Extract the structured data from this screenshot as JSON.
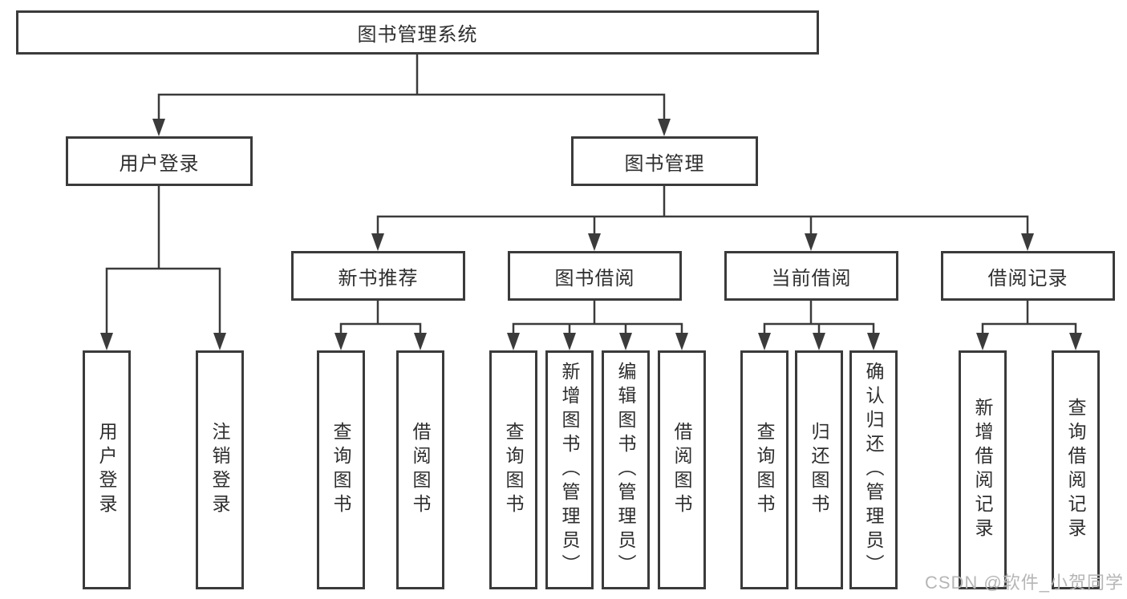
{
  "tree": {
    "root": {
      "label": "图书管理系统"
    },
    "login": {
      "label": "用户登录",
      "children": [
        {
          "label": "用户登录"
        },
        {
          "label": "注销登录"
        }
      ]
    },
    "management": {
      "label": "图书管理",
      "sections": [
        {
          "label": "新书推荐",
          "children": [
            {
              "label": "查询图书"
            },
            {
              "label": "借阅图书"
            }
          ]
        },
        {
          "label": "图书借阅",
          "children": [
            {
              "label": "查询图书"
            },
            {
              "label": "新增图书（管理员）"
            },
            {
              "label": "编辑图书（管理员）"
            },
            {
              "label": "借阅图书"
            }
          ]
        },
        {
          "label": "当前借阅",
          "children": [
            {
              "label": "查询图书"
            },
            {
              "label": "归还图书"
            },
            {
              "label": "确认归还（管理员）"
            }
          ]
        },
        {
          "label": "借阅记录",
          "children": [
            {
              "label": "新增借阅记录"
            },
            {
              "label": "查询借阅记录"
            }
          ]
        }
      ]
    }
  },
  "watermark": {
    "text": "CSDN @软件_小贺同学"
  },
  "colors": {
    "line": "#3b3b3b",
    "text": "#2e2e2e",
    "watermark_gray": "#b6b6b6",
    "background": "#ffffff"
  }
}
